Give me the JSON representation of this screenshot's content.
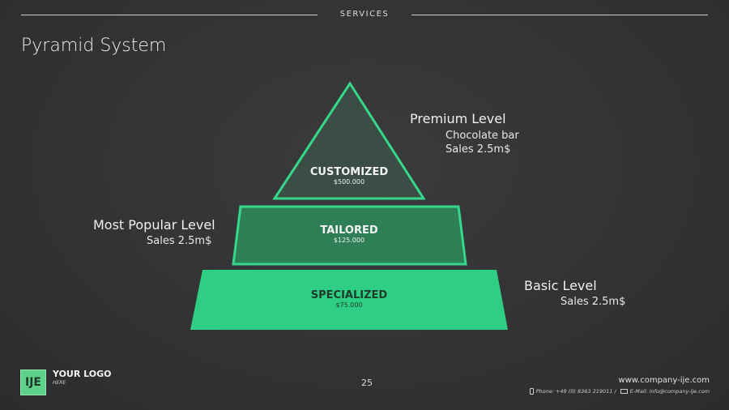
{
  "header": {
    "section": "SERVICES"
  },
  "title": "Pyramid System",
  "tiers": [
    {
      "name": "CUSTOMIZED",
      "value": "$500.000"
    },
    {
      "name": "TAILORED",
      "value": "$125.000"
    },
    {
      "name": "SPECIALIZED",
      "value": "$75.000"
    }
  ],
  "annotations": {
    "premium": {
      "title": "Premium Level",
      "line1": "Chocolate bar",
      "line2": "Sales 2.5m$"
    },
    "popular": {
      "title": "Most Popular Level",
      "line1": "Sales 2.5m$"
    },
    "basic": {
      "title": "Basic Level",
      "line1": "Sales 2.5m$"
    }
  },
  "footer": {
    "logo_mark": "IJE",
    "logo_title": "YOUR LOGO",
    "logo_sub": "HERE",
    "page": "25",
    "website": "www.company-ije.com",
    "phone": "Phone: +49 (0) 8363 219011 /",
    "email": "E-Mail: info@company-ije.com"
  },
  "colors": {
    "accent": "#2ecf84",
    "tier1": "#3a4f45",
    "tier2": "#2f8a5c"
  }
}
